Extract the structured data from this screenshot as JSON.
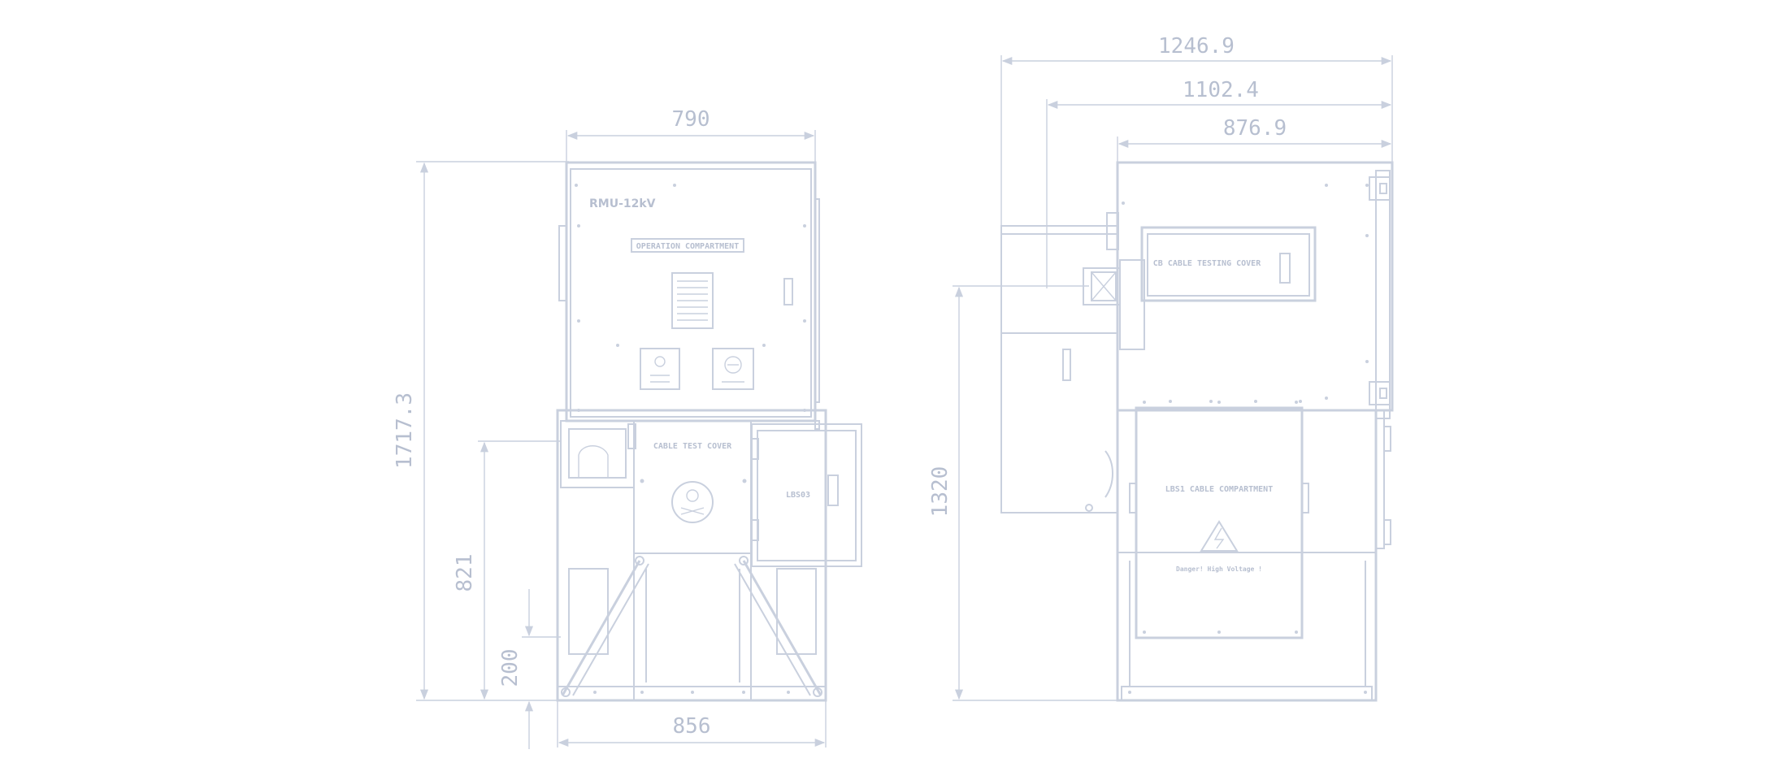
{
  "front_view": {
    "dim_width_top": "790",
    "dim_height_total": "1717.3",
    "dim_height_mid": "821",
    "dim_height_low": "200",
    "dim_width_bottom": "856",
    "logo": "RMU-12kV",
    "operation_label": "OPERATION COMPARTMENT",
    "cable_test_label": "CABLE TEST COVER",
    "small_panel_label": "LBS03"
  },
  "side_view": {
    "dim_top_1": "1246.9",
    "dim_top_2": "1102.4",
    "dim_top_3": "876.9",
    "dim_height": "1320",
    "cb_label": "CB CABLE TESTING COVER",
    "lbs_label": "LBS1 CABLE COMPARTMENT",
    "danger_label": "Danger! High Voltage !"
  },
  "colors": {
    "line": "#c9d0de",
    "text": "#b7bfd0",
    "background": "#ffffff"
  }
}
